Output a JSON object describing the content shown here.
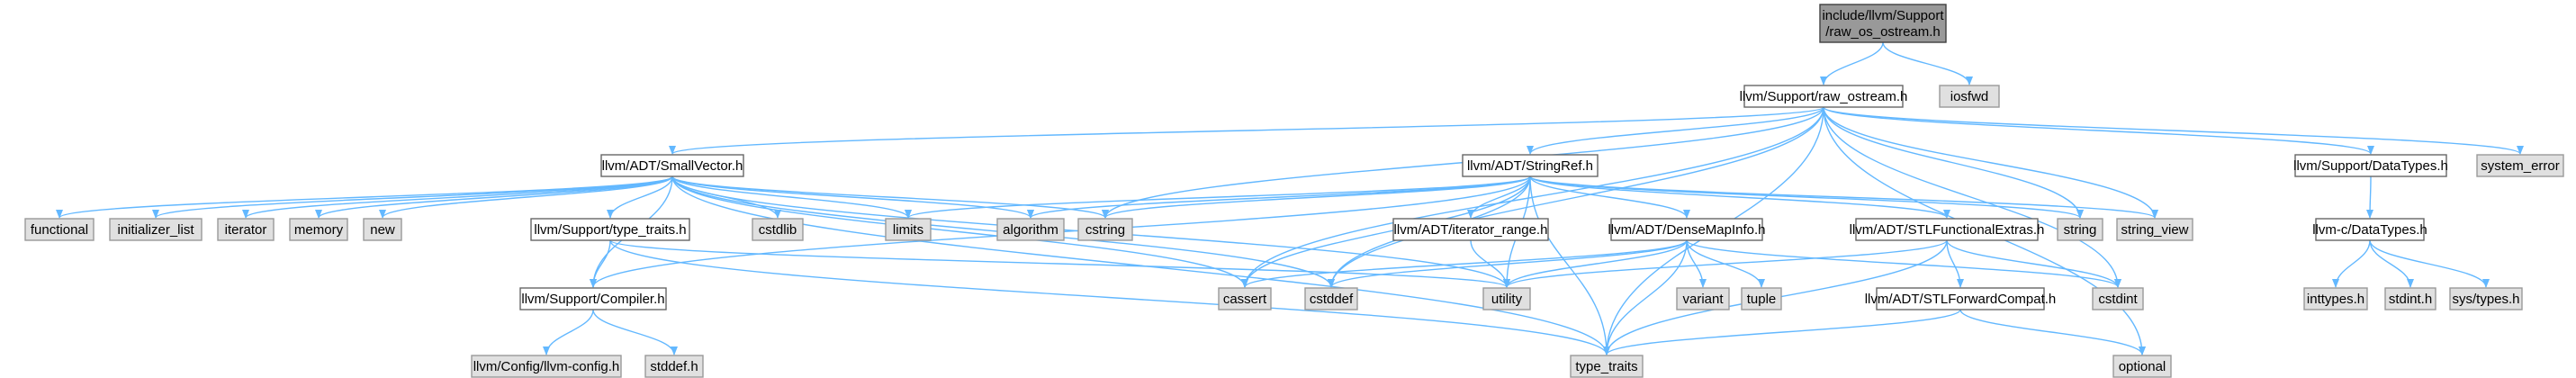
{
  "colors": {
    "edge": "#63b8ff",
    "node_fill": "#ffffff",
    "node_border": "#666666",
    "external_fill": "#e0e0e0",
    "external_border": "#999999",
    "root_fill": "#999999",
    "root_border": "#404040",
    "text": "#000000"
  },
  "nodes": [
    {
      "id": "root",
      "kind": "root",
      "lines": [
        "include/llvm/Support",
        "/raw_os_ostream.h"
      ]
    },
    {
      "id": "raw_ostream",
      "kind": "node",
      "lines": [
        "llvm/Support/raw_ostream.h"
      ]
    },
    {
      "id": "iosfwd",
      "kind": "ext",
      "lines": [
        "iosfwd"
      ]
    },
    {
      "id": "smallvector",
      "kind": "node",
      "lines": [
        "llvm/ADT/SmallVector.h"
      ]
    },
    {
      "id": "stringref",
      "kind": "node",
      "lines": [
        "llvm/ADT/StringRef.h"
      ]
    },
    {
      "id": "datatypes",
      "kind": "node",
      "lines": [
        "llvm/Support/DataTypes.h"
      ]
    },
    {
      "id": "system_error",
      "kind": "ext",
      "lines": [
        "system_error"
      ]
    },
    {
      "id": "functional",
      "kind": "ext",
      "lines": [
        "functional"
      ]
    },
    {
      "id": "initializer_list",
      "kind": "ext",
      "lines": [
        "initializer_list"
      ]
    },
    {
      "id": "iterator",
      "kind": "ext",
      "lines": [
        "iterator"
      ]
    },
    {
      "id": "memory",
      "kind": "ext",
      "lines": [
        "memory"
      ]
    },
    {
      "id": "new",
      "kind": "ext",
      "lines": [
        "new"
      ]
    },
    {
      "id": "type_traits_h",
      "kind": "node",
      "lines": [
        "llvm/Support/type_traits.h"
      ]
    },
    {
      "id": "cstdlib",
      "kind": "ext",
      "lines": [
        "cstdlib"
      ]
    },
    {
      "id": "limits",
      "kind": "ext",
      "lines": [
        "limits"
      ]
    },
    {
      "id": "algorithm",
      "kind": "ext",
      "lines": [
        "algorithm"
      ]
    },
    {
      "id": "cstring",
      "kind": "ext",
      "lines": [
        "cstring"
      ]
    },
    {
      "id": "iterator_range",
      "kind": "node",
      "lines": [
        "llvm/ADT/iterator_range.h"
      ]
    },
    {
      "id": "densemapinfo",
      "kind": "node",
      "lines": [
        "llvm/ADT/DenseMapInfo.h"
      ]
    },
    {
      "id": "stlfunctional",
      "kind": "node",
      "lines": [
        "llvm/ADT/STLFunctionalExtras.h"
      ]
    },
    {
      "id": "string",
      "kind": "ext",
      "lines": [
        "string"
      ]
    },
    {
      "id": "string_view",
      "kind": "ext",
      "lines": [
        "string_view"
      ]
    },
    {
      "id": "llvmc_datatypes",
      "kind": "node",
      "lines": [
        "llvm-c/DataTypes.h"
      ]
    },
    {
      "id": "compiler",
      "kind": "node",
      "lines": [
        "llvm/Support/Compiler.h"
      ]
    },
    {
      "id": "cassert",
      "kind": "ext",
      "lines": [
        "cassert"
      ]
    },
    {
      "id": "cstddef",
      "kind": "ext",
      "lines": [
        "cstddef"
      ]
    },
    {
      "id": "utility",
      "kind": "ext",
      "lines": [
        "utility"
      ]
    },
    {
      "id": "variant",
      "kind": "ext",
      "lines": [
        "variant"
      ]
    },
    {
      "id": "tuple",
      "kind": "ext",
      "lines": [
        "tuple"
      ]
    },
    {
      "id": "stlforward",
      "kind": "node",
      "lines": [
        "llvm/ADT/STLForwardCompat.h"
      ]
    },
    {
      "id": "cstdint",
      "kind": "ext",
      "lines": [
        "cstdint"
      ]
    },
    {
      "id": "inttypes",
      "kind": "ext",
      "lines": [
        "inttypes.h"
      ]
    },
    {
      "id": "stdint",
      "kind": "ext",
      "lines": [
        "stdint.h"
      ]
    },
    {
      "id": "systypes",
      "kind": "ext",
      "lines": [
        "sys/types.h"
      ]
    },
    {
      "id": "llvm_config",
      "kind": "ext",
      "lines": [
        "llvm/Config/llvm-config.h"
      ]
    },
    {
      "id": "stddef",
      "kind": "ext",
      "lines": [
        "stddef.h"
      ]
    },
    {
      "id": "type_traits",
      "kind": "ext",
      "lines": [
        "type_traits"
      ]
    },
    {
      "id": "optional",
      "kind": "ext",
      "lines": [
        "optional"
      ]
    }
  ],
  "edges": [
    [
      "root",
      "raw_ostream"
    ],
    [
      "root",
      "iosfwd"
    ],
    [
      "raw_ostream",
      "smallvector"
    ],
    [
      "raw_ostream",
      "stringref"
    ],
    [
      "raw_ostream",
      "cassert"
    ],
    [
      "raw_ostream",
      "cstddef"
    ],
    [
      "raw_ostream",
      "cstdint"
    ],
    [
      "raw_ostream",
      "cstring"
    ],
    [
      "raw_ostream",
      "optional"
    ],
    [
      "raw_ostream",
      "string"
    ],
    [
      "raw_ostream",
      "string_view"
    ],
    [
      "raw_ostream",
      "system_error"
    ],
    [
      "raw_ostream",
      "type_traits"
    ],
    [
      "raw_ostream",
      "datatypes"
    ],
    [
      "smallvector",
      "compiler"
    ],
    [
      "smallvector",
      "type_traits_h"
    ],
    [
      "smallvector",
      "algorithm"
    ],
    [
      "smallvector",
      "cassert"
    ],
    [
      "smallvector",
      "cstddef"
    ],
    [
      "smallvector",
      "cstdlib"
    ],
    [
      "smallvector",
      "cstring"
    ],
    [
      "smallvector",
      "functional"
    ],
    [
      "smallvector",
      "initializer_list"
    ],
    [
      "smallvector",
      "iterator"
    ],
    [
      "smallvector",
      "limits"
    ],
    [
      "smallvector",
      "memory"
    ],
    [
      "smallvector",
      "new"
    ],
    [
      "smallvector",
      "type_traits"
    ],
    [
      "smallvector",
      "utility"
    ],
    [
      "compiler",
      "llvm_config"
    ],
    [
      "compiler",
      "stddef"
    ],
    [
      "type_traits_h",
      "compiler"
    ],
    [
      "type_traits_h",
      "type_traits"
    ],
    [
      "type_traits_h",
      "utility"
    ],
    [
      "stringref",
      "densemapinfo"
    ],
    [
      "stringref",
      "stlfunctional"
    ],
    [
      "stringref",
      "iterator_range"
    ],
    [
      "stringref",
      "compiler"
    ],
    [
      "stringref",
      "algorithm"
    ],
    [
      "stringref",
      "cassert"
    ],
    [
      "stringref",
      "cstddef"
    ],
    [
      "stringref",
      "cstring"
    ],
    [
      "stringref",
      "limits"
    ],
    [
      "stringref",
      "string"
    ],
    [
      "stringref",
      "string_view"
    ],
    [
      "stringref",
      "type_traits"
    ],
    [
      "stringref",
      "utility"
    ],
    [
      "densemapinfo",
      "cassert"
    ],
    [
      "densemapinfo",
      "cstddef"
    ],
    [
      "densemapinfo",
      "cstdint"
    ],
    [
      "densemapinfo",
      "tuple"
    ],
    [
      "densemapinfo",
      "type_traits"
    ],
    [
      "densemapinfo",
      "utility"
    ],
    [
      "densemapinfo",
      "variant"
    ],
    [
      "iterator_range",
      "utility"
    ],
    [
      "stlfunctional",
      "stlforward"
    ],
    [
      "stlfunctional",
      "cstdint"
    ],
    [
      "stlfunctional",
      "type_traits"
    ],
    [
      "stlfunctional",
      "utility"
    ],
    [
      "stlforward",
      "optional"
    ],
    [
      "stlforward",
      "type_traits"
    ],
    [
      "datatypes",
      "llvmc_datatypes"
    ],
    [
      "llvmc_datatypes",
      "inttypes"
    ],
    [
      "llvmc_datatypes",
      "stdint"
    ],
    [
      "llvmc_datatypes",
      "systypes"
    ]
  ]
}
